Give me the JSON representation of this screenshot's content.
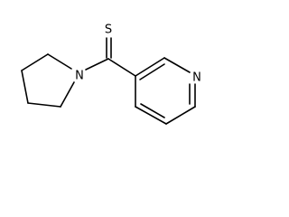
{
  "structure": {
    "atoms": {
      "sulfur": "S",
      "pyrrolidine_nitrogen": "N",
      "pyridine_nitrogen": "N"
    }
  },
  "colors": {
    "bond": "#000000",
    "background": "#ffffff"
  }
}
